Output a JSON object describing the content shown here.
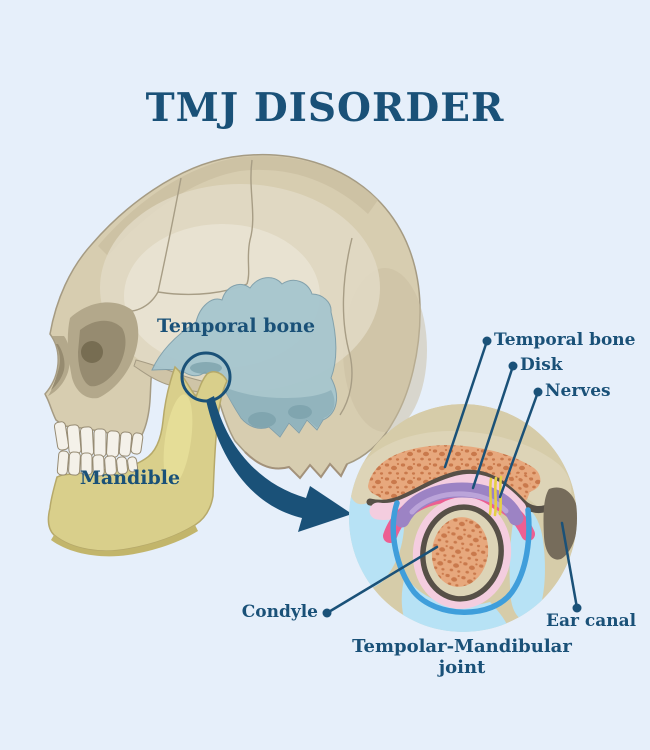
{
  "title": "TMJ DISORDER",
  "skull": {
    "temporal_bone_label": "Temporal bone",
    "mandible_label": "Mandible"
  },
  "inset": {
    "temporal_bone_label": "Temporal bone",
    "disk_label": "Disk",
    "nerves_label": "Nerves",
    "condyle_label": "Condyle",
    "ear_canal_label": "Ear canal",
    "caption_line1": "Tempolar-Mandibular",
    "caption_line2": "joint"
  },
  "colors": {
    "background": "#e6effa",
    "text_and_lines_navy": "#1a5178",
    "skull_bone_tan": "#d7cdb0",
    "temporal_bone_highlight_blue": "#a7c6ce",
    "mandible_yellow": "#d9cf8b",
    "teeth_white": "#f4f1e9",
    "inset_background_tan": "#d6cca9",
    "inset_light_blue": "#b7e2f5",
    "spongy_bone_orange": "#e7a87d",
    "spongy_speckle": "#c9794c",
    "cortical_bone": "#ddd4b7",
    "bone_outline_dark": "#575047",
    "capsule_pink_light": "#f4cddf",
    "capsule_pink_hot": "#ed5f92",
    "disk_purple": "#9c83c4",
    "nerves_yellow": "#e5cf45",
    "joint_capsule_blue": "#3f9edb",
    "ear_canal_gray": "#766c5b"
  }
}
